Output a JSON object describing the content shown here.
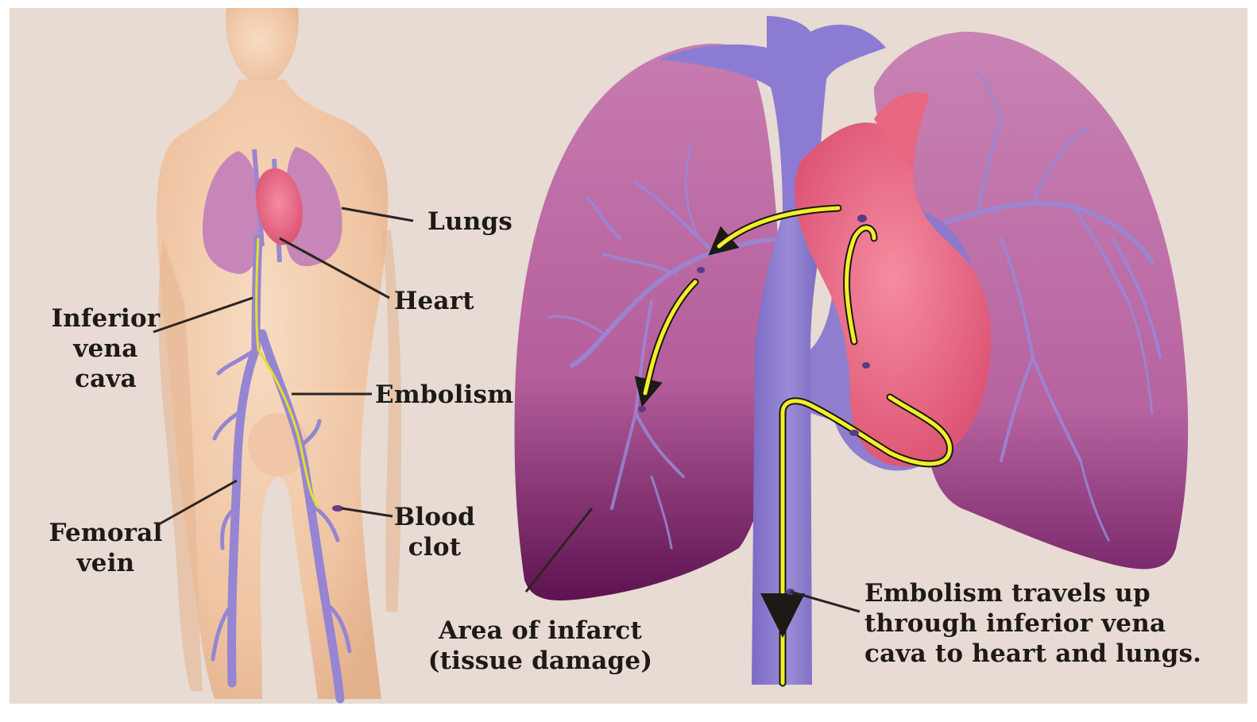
{
  "labels": {
    "lungs": "Lungs",
    "heart": "Heart",
    "inferior_vena_cava": "Inferior\nvena\ncava",
    "embolism": "Embolism",
    "blood_clot": "Blood\nclot",
    "femoral_vein": "Femoral\nvein",
    "area_of_infarct": "Area of infarct\n(tissue damage)",
    "embolism_travels": "Embolism travels up\nthrough inferior vena\ncava to heart and lungs."
  },
  "colors": {
    "background": "#e7dbd3",
    "skin": "#f1c9a8",
    "lung": "#b9629f",
    "lung_dark": "#6e1f63",
    "vein": "#8e7fce",
    "heart": "#ec6d86",
    "path_arrow": "#f2ef2a",
    "leader_line": "#2a2422",
    "label_text": "#1e1a18"
  }
}
